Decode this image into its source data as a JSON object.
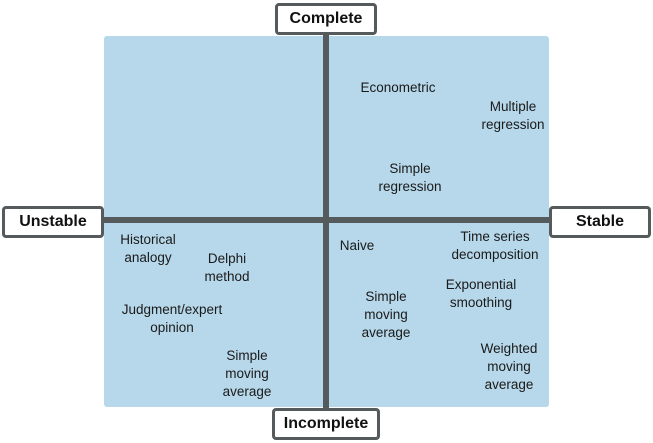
{
  "axes": {
    "top": "Complete",
    "bottom": "Incomplete",
    "left": "Unstable",
    "right": "Stable"
  },
  "methods": {
    "econometric": "Econometric",
    "multiple_regression": "Multiple\nregression",
    "simple_regression": "Simple\nregression",
    "historical_analogy": "Historical\nanalogy",
    "delphi_method": "Delphi\nmethod",
    "judgment_expert": "Judgment/expert\nopinion",
    "simple_moving_average_left": "Simple\nmoving\naverage",
    "naive": "Naive",
    "time_series_decomposition": "Time series\ndecomposition",
    "exponential_smoothing": "Exponential\nsmoothing",
    "simple_moving_average_right": "Simple\nmoving\naverage",
    "weighted_moving_average": "Weighted\nmoving\naverage"
  }
}
